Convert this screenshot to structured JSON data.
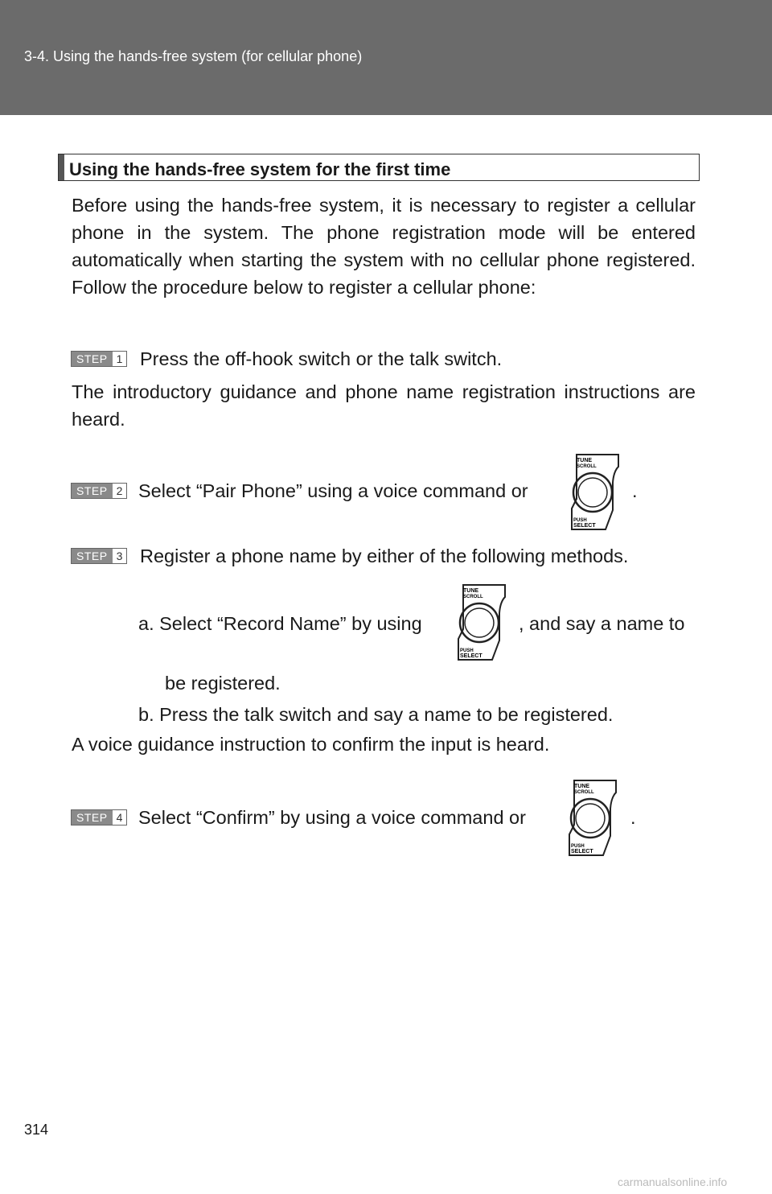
{
  "header": {
    "title": "3-4. Using the hands-free system (for cellular phone)"
  },
  "section": {
    "title": "Using the hands-free system for the first time"
  },
  "intro": "Before using the hands-free system, it is necessary to register a cellular phone in the system. The phone registration mode will be entered automatically when starting the system with no cellular phone registered. Follow the procedure below to register a cellular phone:",
  "steps": {
    "s1": {
      "word": "STEP",
      "num": "1",
      "text": "Press the off-hook switch or the talk switch."
    },
    "s1_note": "The introductory guidance and phone name registration instructions are heard.",
    "s2": {
      "word": "STEP",
      "num": "2",
      "text": "Select “Pair Phone” using a voice command or",
      "end": "."
    },
    "s3": {
      "word": "STEP",
      "num": "3",
      "text": "Register a phone name by either of the following methods."
    },
    "s3a": {
      "pre": "a.  Select “Record Name” by using",
      "post": ", and say a name to",
      "cont": "be registered."
    },
    "s3b": "b.  Press the talk switch and say a name to be registered.",
    "s3_note": "A voice guidance instruction to confirm the input is heard.",
    "s4": {
      "word": "STEP",
      "num": "4",
      "text": "Select “Confirm” by using a voice command or",
      "end": "."
    }
  },
  "knob": {
    "top_label_1": "TUNE",
    "top_label_2": "SCROLL",
    "bottom_label_1": "PUSH",
    "bottom_label_2": "SELECT",
    "icon": "tune-select-knob-icon"
  },
  "footer": {
    "page_number": "314",
    "watermark": "carmanualsonline.info"
  }
}
